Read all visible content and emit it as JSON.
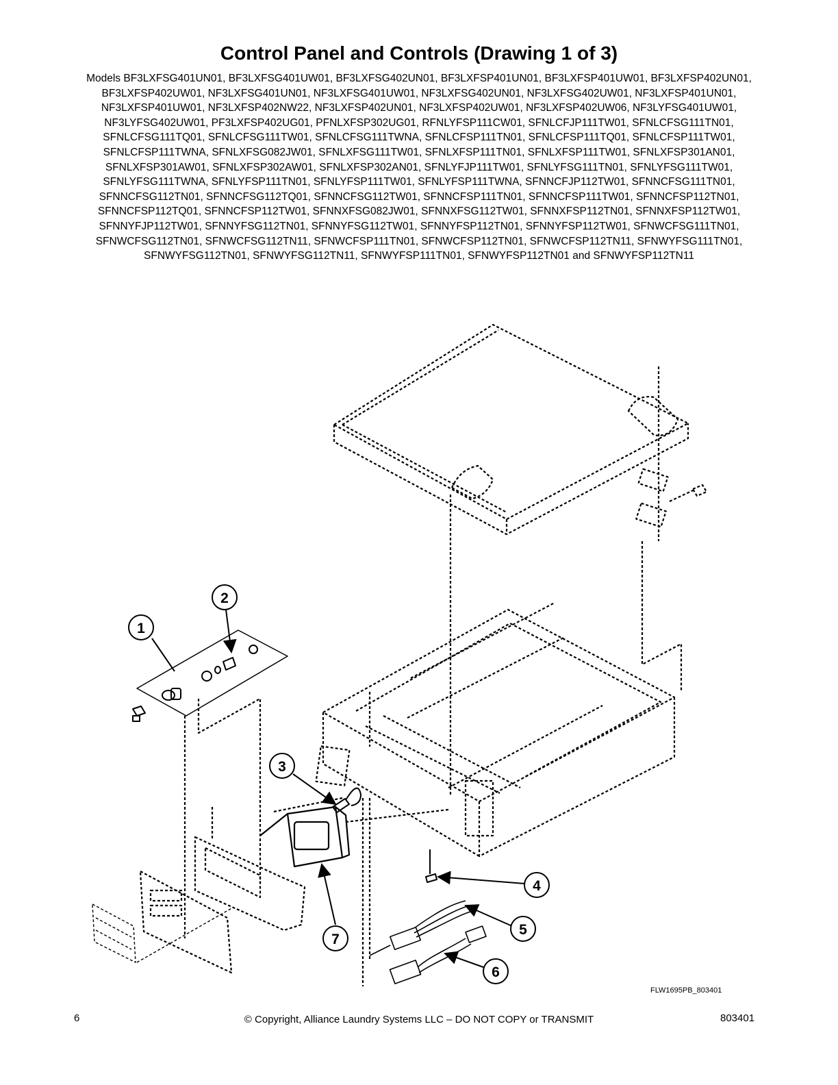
{
  "title": "Control Panel and Controls (Drawing 1 of 3)",
  "models_text": "Models BF3LXFSG401UN01, BF3LXFSG401UW01, BF3LXFSG402UN01, BF3LXFSP401UN01, BF3LXFSP401UW01, BF3LXFSP402UN01, BF3LXFSP402UW01, NF3LXFSG401UN01, NF3LXFSG401UW01, NF3LXFSG402UN01, NF3LXFSG402UW01, NF3LXFSP401UN01, NF3LXFSP401UW01, NF3LXFSP402NW22, NF3LXFSP402UN01, NF3LXFSP402UW01, NF3LXFSP402UW06, NF3LYFSG401UW01, NF3LYFSG402UW01, PF3LXFSP402UG01, PFNLXFSP302UG01, RFNLYFSP111CW01, SFNLCFJP111TW01, SFNLCFSG111TN01, SFNLCFSG111TQ01, SFNLCFSG111TW01, SFNLCFSG111TWNA, SFNLCFSP111TN01, SFNLCFSP111TQ01, SFNLCFSP111TW01, SFNLCFSP111TWNA, SFNLXFSG082JW01, SFNLXFSG111TW01, SFNLXFSP111TN01, SFNLXFSP111TW01, SFNLXFSP301AN01, SFNLXFSP301AW01, SFNLXFSP302AW01, SFNLXFSP302AN01, SFNLYFJP111TW01, SFNLYFSG111TN01, SFNLYFSG111TW01, SFNLYFSG111TWNA, SFNLYFSP111TN01, SFNLYFSP111TW01, SFNLYFSP111TWNA, SFNNCFJP112TW01, SFNNCFSG111TN01, SFNNCFSG112TN01, SFNNCFSG112TQ01, SFNNCFSG112TW01, SFNNCFSP111TN01, SFNNCFSP111TW01, SFNNCFSP112TN01, SFNNCFSP112TQ01, SFNNCFSP112TW01, SFNNXFSG082JW01, SFNNXFSG112TW01, SFNNXFSP112TN01, SFNNXFSP112TW01, SFNNYFJP112TW01, SFNNYFSG112TN01, SFNNYFSG112TW01, SFNNYFSP112TN01, SFNNYFSP112TW01, SFNWCFSG111TN01, SFNWCFSG112TN01, SFNWCFSG112TN11, SFNWCFSP111TN01, SFNWCFSP112TN01, SFNWCFSP112TN11, SFNWYFSG111TN01, SFNWYFSG112TN01, SFNWYFSG112TN11, SFNWYFSP111TN01, SFNWYFSP112TN01 and SFNWYFSP112TN11",
  "callouts": [
    "1",
    "2",
    "3",
    "4",
    "5",
    "6",
    "7"
  ],
  "drawing_id": "FLW1695PB_803401",
  "footer": {
    "page_number": "6",
    "copyright": "© Copyright, Alliance Laundry Systems LLC – DO NOT COPY or TRANSMIT",
    "doc_number": "803401"
  }
}
